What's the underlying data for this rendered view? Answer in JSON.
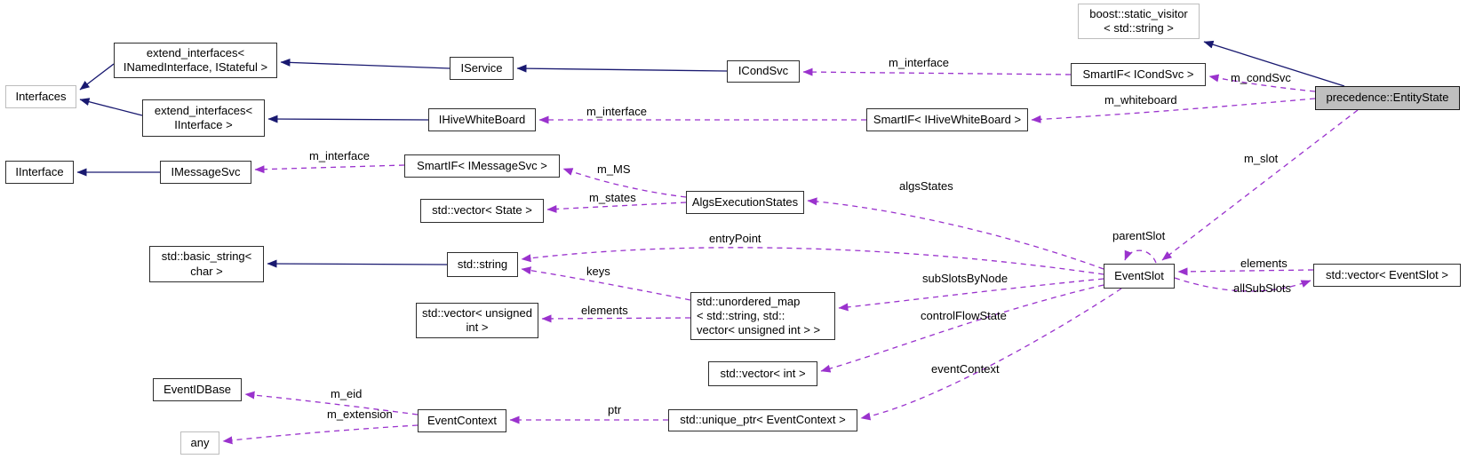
{
  "diagram": {
    "kind": "collaboration-graph",
    "main_class": "precedence::EntityState",
    "colors": {
      "inheritance_edge": "#191970",
      "usage_edge": "#9a32cd",
      "node_border": "#2e2e2e",
      "external_node_border": "#bdbdbd",
      "main_node_fill": "#bfbfbf",
      "background": "#ffffff",
      "text": "#000000"
    }
  },
  "nodes": {
    "interfaces": {
      "label": "Interfaces",
      "style": "external"
    },
    "extend_interfaces_inamed_istateful": {
      "label": "extend_interfaces<\nINamedInterface, IStateful >",
      "style": "default"
    },
    "extend_interfaces_iinterface": {
      "label": "extend_interfaces<\nIInterface >",
      "style": "default"
    },
    "iservice": {
      "label": "IService",
      "style": "default"
    },
    "ihivewhiteboard": {
      "label": "IHiveWhiteBoard",
      "style": "default"
    },
    "icondsvc": {
      "label": "ICondSvc",
      "style": "default"
    },
    "smartif_icondsvc": {
      "label": "SmartIF< ICondSvc >",
      "style": "default"
    },
    "smartif_ihivewhiteboard": {
      "label": "SmartIF< IHiveWhiteBoard >",
      "style": "default"
    },
    "boost_static_visitor_std_string": {
      "label": "boost::static_visitor\n< std::string >",
      "style": "external"
    },
    "precedence_entitystate": {
      "label": "precedence::EntityState",
      "style": "main"
    },
    "iinterface": {
      "label": "IInterface",
      "style": "default"
    },
    "imessagesvc": {
      "label": "IMessageSvc",
      "style": "default"
    },
    "smartif_imessagesvc": {
      "label": "SmartIF< IMessageSvc >",
      "style": "default"
    },
    "std_vector_state": {
      "label": "std::vector< State >",
      "style": "default"
    },
    "algsexecutionstates": {
      "label": "AlgsExecutionStates",
      "style": "default"
    },
    "std_basic_string_char": {
      "label": "std::basic_string<\nchar >",
      "style": "default"
    },
    "std_string": {
      "label": "std::string",
      "style": "default"
    },
    "std_vector_unsigned_int": {
      "label": "std::vector< unsigned\nint >",
      "style": "default"
    },
    "std_unordered_map": {
      "label": "std::unordered_map\n< std::string, std::\nvector< unsigned int > >",
      "style": "default"
    },
    "std_vector_int": {
      "label": "std::vector< int >",
      "style": "default"
    },
    "eventslot": {
      "label": "EventSlot",
      "style": "default"
    },
    "std_vector_eventslot": {
      "label": "std::vector< EventSlot >",
      "style": "default"
    },
    "eventidbase": {
      "label": "EventIDBase",
      "style": "default"
    },
    "any": {
      "label": "any",
      "style": "external"
    },
    "eventcontext": {
      "label": "EventContext",
      "style": "default"
    },
    "std_unique_ptr_eventcontext": {
      "label": "std::unique_ptr< EventContext >",
      "style": "default"
    }
  },
  "edges": [
    {
      "from": "extend_interfaces_inamed_istateful",
      "to": "interfaces",
      "type": "inheritance",
      "label": ""
    },
    {
      "from": "extend_interfaces_iinterface",
      "to": "interfaces",
      "type": "inheritance",
      "label": ""
    },
    {
      "from": "iservice",
      "to": "extend_interfaces_inamed_istateful",
      "type": "inheritance",
      "label": ""
    },
    {
      "from": "icondsvc",
      "to": "iservice",
      "type": "inheritance",
      "label": ""
    },
    {
      "from": "ihivewhiteboard",
      "to": "extend_interfaces_iinterface",
      "type": "inheritance",
      "label": ""
    },
    {
      "from": "imessagesvc",
      "to": "iinterface",
      "type": "inheritance",
      "label": ""
    },
    {
      "from": "std_string",
      "to": "std_basic_string_char",
      "type": "inheritance",
      "label": ""
    },
    {
      "from": "precedence_entitystate",
      "to": "boost_static_visitor_std_string",
      "type": "inheritance",
      "label": ""
    },
    {
      "from": "smartif_icondsvc",
      "to": "icondsvc",
      "type": "usage",
      "label": "m_interface"
    },
    {
      "from": "smartif_ihivewhiteboard",
      "to": "ihivewhiteboard",
      "type": "usage",
      "label": "m_interface"
    },
    {
      "from": "smartif_imessagesvc",
      "to": "imessagesvc",
      "type": "usage",
      "label": "m_interface"
    },
    {
      "from": "precedence_entitystate",
      "to": "smartif_icondsvc",
      "type": "usage",
      "label": "m_condSvc"
    },
    {
      "from": "precedence_entitystate",
      "to": "smartif_ihivewhiteboard",
      "type": "usage",
      "label": "m_whiteboard"
    },
    {
      "from": "precedence_entitystate",
      "to": "eventslot",
      "type": "usage",
      "label": "m_slot"
    },
    {
      "from": "algsexecutionstates",
      "to": "smartif_imessagesvc",
      "type": "usage",
      "label": "m_MS"
    },
    {
      "from": "algsexecutionstates",
      "to": "std_vector_state",
      "type": "usage",
      "label": "m_states"
    },
    {
      "from": "eventslot",
      "to": "algsexecutionstates",
      "type": "usage",
      "label": "algsStates"
    },
    {
      "from": "eventslot",
      "to": "std_string",
      "type": "usage",
      "label": "entryPoint"
    },
    {
      "from": "std_unordered_map",
      "to": "std_string",
      "type": "usage",
      "label": "keys"
    },
    {
      "from": "std_unordered_map",
      "to": "std_vector_unsigned_int",
      "type": "usage",
      "label": "elements"
    },
    {
      "from": "eventslot",
      "to": "std_unordered_map",
      "type": "usage",
      "label": "subSlotsByNode"
    },
    {
      "from": "eventslot",
      "to": "std_vector_int",
      "type": "usage",
      "label": "controlFlowState"
    },
    {
      "from": "eventslot",
      "to": "std_unique_ptr_eventcontext",
      "type": "usage",
      "label": "eventContext"
    },
    {
      "from": "eventslot",
      "to": "eventslot",
      "type": "usage",
      "label": "parentSlot"
    },
    {
      "from": "std_vector_eventslot",
      "to": "eventslot",
      "type": "usage",
      "label": "elements"
    },
    {
      "from": "eventslot",
      "to": "std_vector_eventslot",
      "type": "usage",
      "label": "allSubSlots"
    },
    {
      "from": "eventcontext",
      "to": "eventidbase",
      "type": "usage",
      "label": "m_eid"
    },
    {
      "from": "eventcontext",
      "to": "any",
      "type": "usage",
      "label": "m_extension"
    },
    {
      "from": "std_unique_ptr_eventcontext",
      "to": "eventcontext",
      "type": "usage",
      "label": "ptr"
    }
  ]
}
